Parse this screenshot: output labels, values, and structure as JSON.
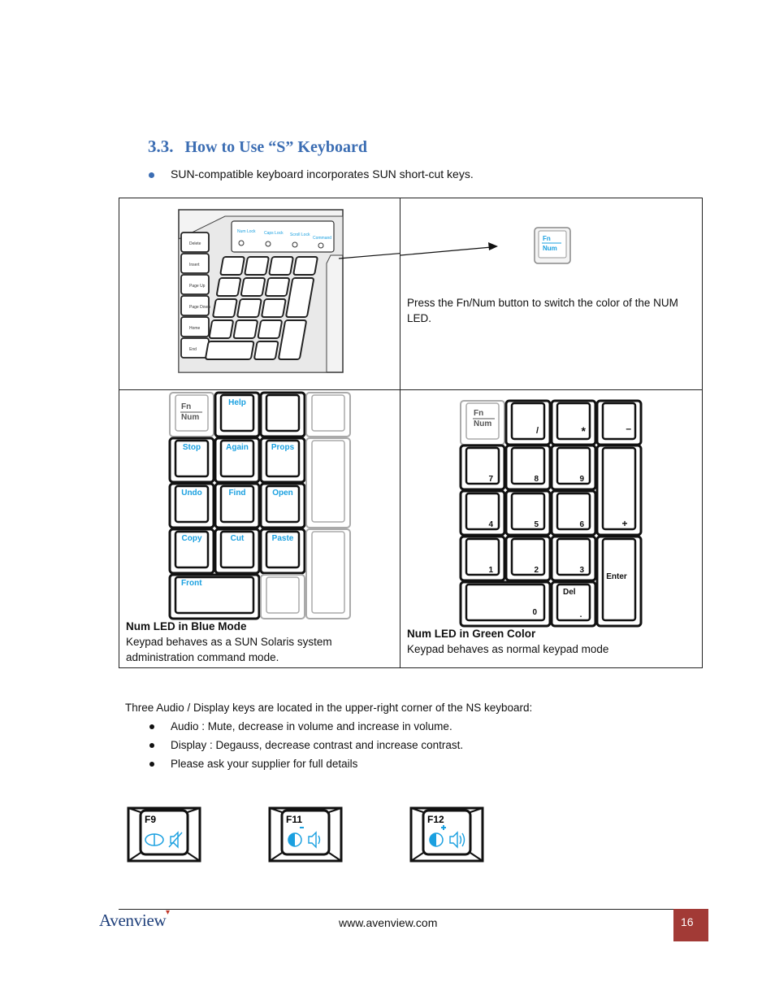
{
  "section": {
    "number": "3.3.",
    "title": "How to Use “S” Keyboard",
    "intro_bullet": "SUN-compatible keyboard incorporates SUN short-cut keys."
  },
  "table": {
    "top_right_text": "Press the Fn/Num button to switch the color of the NUM LED.",
    "keyboard_photo_labels": [
      "Num Lock",
      "Caps Lock",
      "Scroll Lock",
      "Command",
      "Delete",
      "Insert",
      "Page Up",
      "Page Down",
      "Home",
      "End"
    ],
    "fn_num_key": [
      "Fn",
      "Num"
    ],
    "blue_mode": {
      "keys": [
        "Help",
        "Stop",
        "Again",
        "Props",
        "Undo",
        "Find",
        "Open",
        "Copy",
        "Cut",
        "Paste",
        "Front"
      ],
      "caption_title": "Num LED in Blue Mode",
      "caption_body": "Keypad behaves as a SUN Solaris system administration command mode."
    },
    "green_mode": {
      "keys": [
        "/",
        "*",
        "–",
        "7",
        "8",
        "9",
        "+",
        "4",
        "5",
        "6",
        "1",
        "2",
        "3",
        "Enter",
        "0",
        "Del",
        "."
      ],
      "caption_title": "Num LED in Green Color",
      "caption_body": "Keypad behaves as normal keypad mode"
    }
  },
  "audio_section": {
    "intro": "Three Audio / Display keys are located in the upper-right corner of the NS keyboard:",
    "items": [
      "Audio : Mute, decrease in volume and increase in volume.",
      "Display : Degauss, decrease contrast and increase contrast.",
      "Please ask your supplier for full details"
    ],
    "fkeys": [
      "F9",
      "F11",
      "F12"
    ]
  },
  "footer": {
    "logo": "Avenview",
    "url": "www.avenview.com",
    "page": "16"
  },
  "colors": {
    "heading_blue": "#3b6db3",
    "key_label_blue": "#1aa0e0",
    "page_box": "#a23a36"
  }
}
